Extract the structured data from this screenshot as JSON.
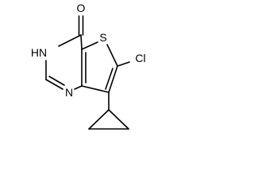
{
  "molecule": {
    "atoms": {
      "oxygen": "O",
      "sulfur": "S",
      "chlorine": "Cl",
      "nh": "HN",
      "nitrogen": "N"
    }
  }
}
